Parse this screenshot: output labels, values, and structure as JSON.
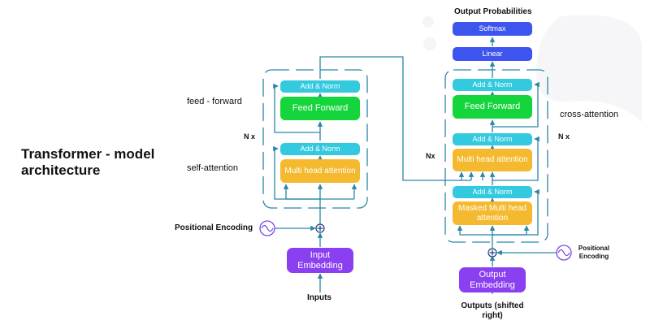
{
  "title": "Transformer - model architecture",
  "encoder": {
    "add_norm_top": "Add & Norm",
    "feed_forward": "Feed Forward",
    "add_norm_bottom": "Add & Norm",
    "multi_head": "Multi head attention",
    "input_embedding": "Input Embedding",
    "inputs": "Inputs",
    "positional_encoding": "Positional Encoding",
    "nx": "N x",
    "feed_forward_label": "feed - forward",
    "self_attention_label": "self-attention"
  },
  "decoder": {
    "output_probabilities": "Output Probabilities",
    "softmax": "Softmax",
    "linear": "Linear",
    "add_norm_top": "Add & Norm",
    "feed_forward": "Feed Forward",
    "add_norm_mid": "Add & Norm",
    "multi_head": "Multi head attention",
    "add_norm_bottom": "Add & Norm",
    "masked_multi_head": "Masked Multi head attention",
    "output_embedding": "Output Embedding",
    "outputs": "Outputs (shifted right)",
    "positional_encoding": "Positional Encoding",
    "nx_left": "Nx",
    "nx_right": "N x",
    "cross_attention_label": "cross-attention"
  },
  "colors": {
    "line": "#2a86a8",
    "cyan": "#33c9df",
    "green": "#14d63c",
    "orange": "#f4b92e",
    "purple": "#8a3ff0",
    "blue": "#3d55ee"
  }
}
